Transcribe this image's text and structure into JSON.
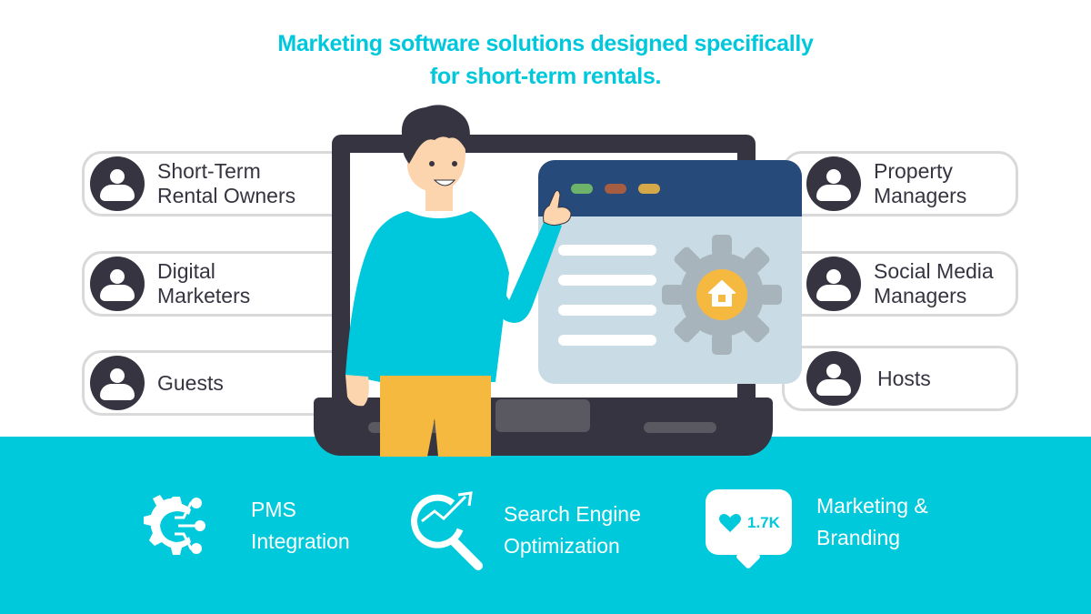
{
  "headline": {
    "line1": "Marketing software solutions designed specifically",
    "line2": "for short-term rentals."
  },
  "audiences_left": [
    {
      "line1": "Short-Term",
      "line2": "Rental Owners",
      "icon": "user-icon"
    },
    {
      "line1": "Digital",
      "line2": "Marketers",
      "icon": "user-icon"
    },
    {
      "line1": "Guests",
      "line2": "",
      "icon": "user-icon"
    }
  ],
  "audiences_right": [
    {
      "line1": "Property",
      "line2": "Managers",
      "icon": "user-icon"
    },
    {
      "line1": "Social Media",
      "line2": "Managers",
      "icon": "user-icon"
    },
    {
      "line1": "Hosts",
      "line2": "",
      "icon": "user-icon"
    }
  ],
  "features": [
    {
      "line1": "PMS",
      "line2": "Integration",
      "icon": "gear-circuit-icon"
    },
    {
      "line1": "Search Engine",
      "line2": "Optimization",
      "icon": "magnifier-trend-icon"
    },
    {
      "line1": "Marketing &",
      "line2": "Branding",
      "icon": "like-bubble-icon",
      "badge": "1.7K"
    }
  ],
  "colors": {
    "accent": "#00c9dc",
    "dark": "#353440",
    "window_bar": "#264a7a",
    "window_body": "#c9dbe4",
    "gear": "#a8b4bb",
    "house_circle": "#f6b940",
    "shirt": "#00c8dc",
    "pants": "#f6b940",
    "dot_green": "#6db36a",
    "dot_brown": "#a65d42",
    "dot_yellow": "#d6a948"
  }
}
